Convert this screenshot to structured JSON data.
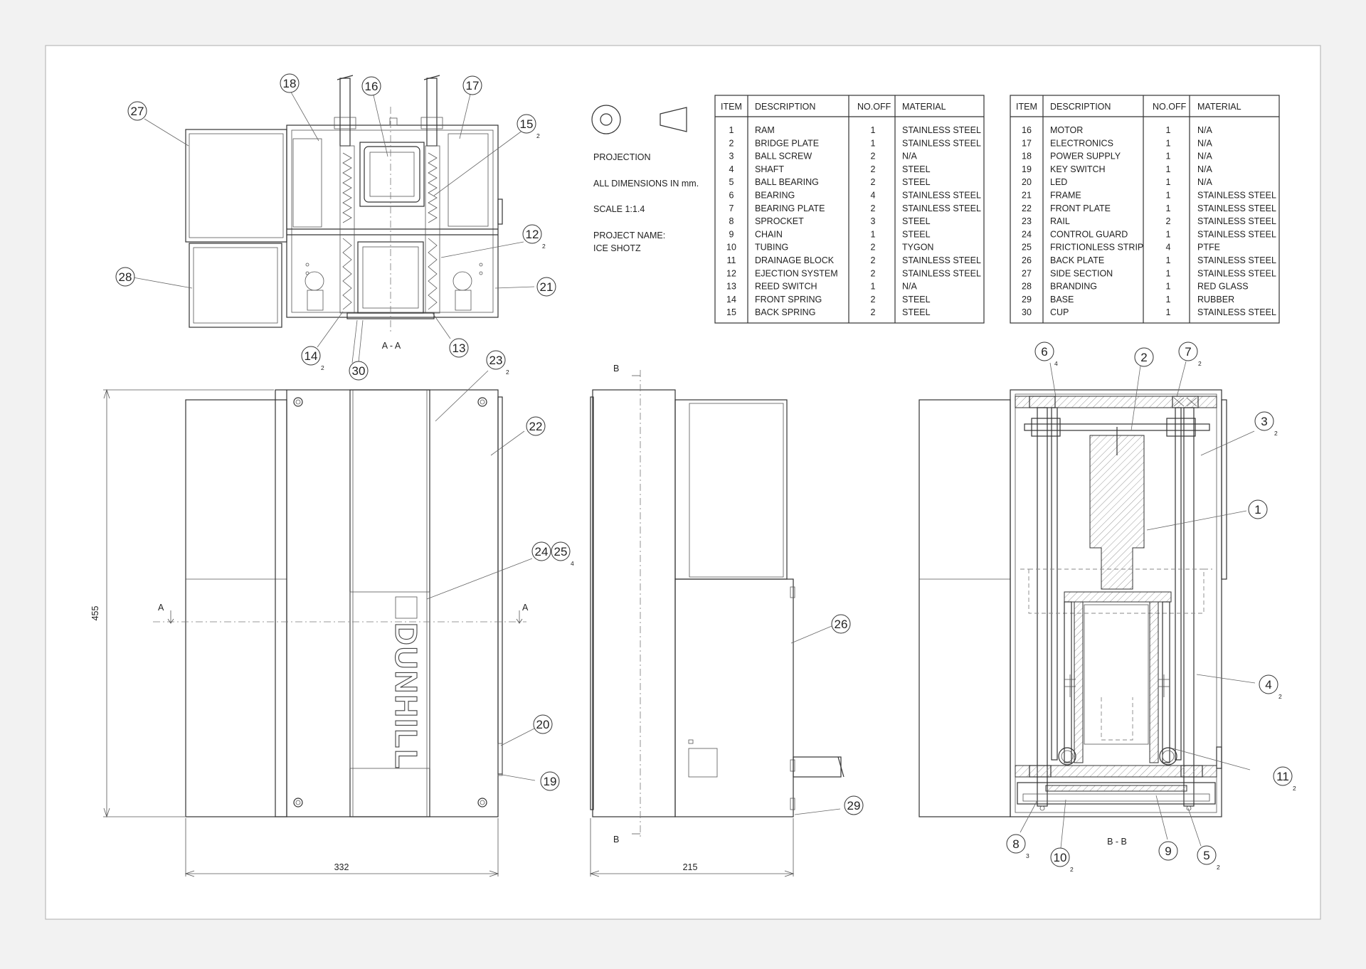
{
  "notes": {
    "projection": "PROJECTION",
    "dimensions": "ALL DIMENSIONS IN mm.",
    "scale": "SCALE   1:1.4",
    "project_name_label": "PROJECT NAME:",
    "project_name": "ICE SHOTZ"
  },
  "table_headers": [
    "ITEM",
    "DESCRIPTION",
    "NO.OFF",
    "MATERIAL"
  ],
  "bom_left": [
    [
      "1",
      "RAM",
      "1",
      "STAINLESS STEEL"
    ],
    [
      "2",
      "BRIDGE PLATE",
      "1",
      "STAINLESS STEEL"
    ],
    [
      "3",
      "BALL SCREW",
      "2",
      "N/A"
    ],
    [
      "4",
      "SHAFT",
      "2",
      "STEEL"
    ],
    [
      "5",
      "BALL BEARING",
      "2",
      "STEEL"
    ],
    [
      "6",
      "BEARING",
      "4",
      "STAINLESS STEEL"
    ],
    [
      "7",
      "BEARING PLATE",
      "2",
      "STAINLESS STEEL"
    ],
    [
      "8",
      "SPROCKET",
      "3",
      "STEEL"
    ],
    [
      "9",
      "CHAIN",
      "1",
      "STEEL"
    ],
    [
      "10",
      "TUBING",
      "2",
      "TYGON"
    ],
    [
      "11",
      "DRAINAGE BLOCK",
      "2",
      "STAINLESS STEEL"
    ],
    [
      "12",
      "EJECTION SYSTEM",
      "2",
      "STAINLESS STEEL"
    ],
    [
      "13",
      "REED SWITCH",
      "1",
      "N/A"
    ],
    [
      "14",
      "FRONT SPRING",
      "2",
      "STEEL"
    ],
    [
      "15",
      "BACK SPRING",
      "2",
      "STEEL"
    ]
  ],
  "bom_right": [
    [
      "16",
      "MOTOR",
      "1",
      "N/A"
    ],
    [
      "17",
      "ELECTRONICS",
      "1",
      "N/A"
    ],
    [
      "18",
      "POWER SUPPLY",
      "1",
      "N/A"
    ],
    [
      "19",
      "KEY SWITCH",
      "1",
      "N/A"
    ],
    [
      "20",
      "LED",
      "1",
      "N/A"
    ],
    [
      "21",
      "FRAME",
      "1",
      "STAINLESS STEEL"
    ],
    [
      "22",
      "FRONT PLATE",
      "1",
      "STAINLESS STEEL"
    ],
    [
      "23",
      "RAIL",
      "2",
      "STAINLESS STEEL"
    ],
    [
      "24",
      "CONTROL GUARD",
      "1",
      "STAINLESS STEEL"
    ],
    [
      "25",
      "FRICTIONLESS STRIP",
      "4",
      "PTFE"
    ],
    [
      "26",
      "BACK PLATE",
      "1",
      "STAINLESS STEEL"
    ],
    [
      "27",
      "SIDE SECTION",
      "1",
      "STAINLESS STEEL"
    ],
    [
      "28",
      "BRANDING",
      "1",
      "RED GLASS"
    ],
    [
      "29",
      "BASE",
      "1",
      "RUBBER"
    ],
    [
      "30",
      "CUP",
      "1",
      "STAINLESS STEEL"
    ]
  ],
  "views": {
    "section_aa": "A - A",
    "section_bb": "B - B",
    "cut_a": "A",
    "cut_b": "B",
    "branding_text": "DUNHILL"
  },
  "dimensions": {
    "height": "455",
    "width_front": "332",
    "width_side": "215"
  },
  "balloons": [
    {
      "n": "18",
      "sub": ""
    },
    {
      "n": "16",
      "sub": ""
    },
    {
      "n": "17",
      "sub": ""
    },
    {
      "n": "27",
      "sub": ""
    },
    {
      "n": "15",
      "sub": "2"
    },
    {
      "n": "12",
      "sub": "2"
    },
    {
      "n": "28",
      "sub": ""
    },
    {
      "n": "21",
      "sub": ""
    },
    {
      "n": "14",
      "sub": "2"
    },
    {
      "n": "30",
      "sub": ""
    },
    {
      "n": "13",
      "sub": ""
    },
    {
      "n": "23",
      "sub": "2"
    },
    {
      "n": "22",
      "sub": ""
    },
    {
      "n": "24",
      "sub": ""
    },
    {
      "n": "25",
      "sub": "4"
    },
    {
      "n": "20",
      "sub": ""
    },
    {
      "n": "19",
      "sub": ""
    },
    {
      "n": "26",
      "sub": ""
    },
    {
      "n": "29",
      "sub": ""
    },
    {
      "n": "6",
      "sub": "4"
    },
    {
      "n": "2",
      "sub": ""
    },
    {
      "n": "7",
      "sub": "2"
    },
    {
      "n": "3",
      "sub": "2"
    },
    {
      "n": "1",
      "sub": ""
    },
    {
      "n": "4",
      "sub": "2"
    },
    {
      "n": "11",
      "sub": "2"
    },
    {
      "n": "8",
      "sub": "3"
    },
    {
      "n": "10",
      "sub": "2"
    },
    {
      "n": "9",
      "sub": ""
    },
    {
      "n": "5",
      "sub": "2"
    }
  ]
}
